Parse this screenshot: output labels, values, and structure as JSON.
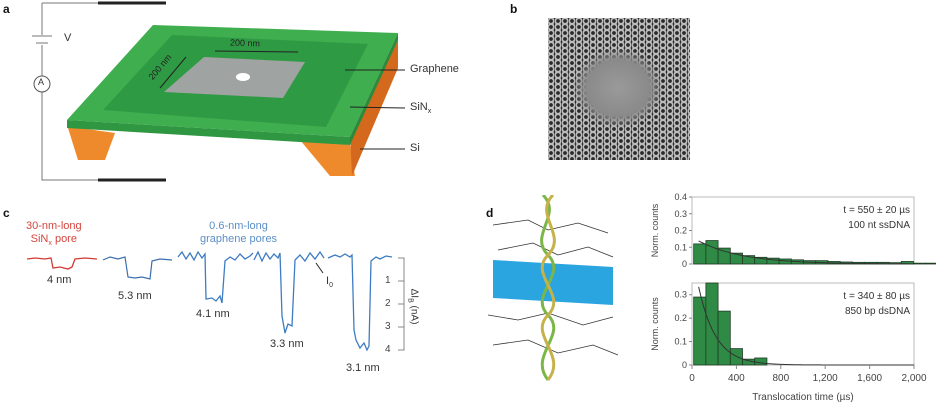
{
  "panels": {
    "a": "a",
    "b": "b",
    "c": "c",
    "d": "d"
  },
  "panel_a": {
    "voltage": "V",
    "ammeter": "A",
    "dim_x": "200 nm",
    "dim_y": "200 nm",
    "graphene": "Graphene",
    "sinx": "SiN",
    "sinx_sub": "x",
    "si": "Si",
    "colors": {
      "graphene": "#2e9e44",
      "si": "#e8832a"
    }
  },
  "panel_c": {
    "red_title_1": "30-nm-long",
    "red_title_2": "SiN",
    "red_title_2_sub": "x",
    "red_title_2_end": " pore",
    "blue_title_1": "0.6-nm-long",
    "blue_title_2": "graphene pores",
    "events": [
      "4 nm",
      "5.3 nm",
      "4.1 nm",
      "3.3 nm",
      "3.1 nm"
    ],
    "baseline_label": "I",
    "baseline_sub": "0",
    "axis_label": "ΔI",
    "axis_sub": "B",
    "axis_unit": " (nA)",
    "ticks": [
      "1",
      "2",
      "3",
      "4"
    ]
  },
  "chart_data": [
    {
      "type": "bar",
      "title": "",
      "annotation_1": "t = 550 ± 20 µs",
      "annotation_2": "100 nt ssDNA",
      "ylabel": "Norm. counts",
      "ylim": [
        0,
        0.4
      ],
      "yticks": [
        "0",
        "0.1",
        "0.2",
        "0.3",
        "0.4"
      ],
      "xlim": [
        0,
        2000
      ],
      "bin_width": 110,
      "values": [
        0.12,
        0.14,
        0.095,
        0.065,
        0.05,
        0.04,
        0.035,
        0.03,
        0.025,
        0.02,
        0.02,
        0.015,
        0.012,
        0.01,
        0.01,
        0.01,
        0.008,
        0.015,
        0.005,
        0.005,
        0.006,
        0.006
      ],
      "fit_tau": 550
    },
    {
      "type": "bar",
      "annotation_1": "t = 340 ± 80 µs",
      "annotation_2": "850 bp dsDNA",
      "ylabel": "Norm. counts",
      "ylim": [
        0,
        0.35
      ],
      "yticks": [
        "0",
        "0.1",
        "0.2",
        "0.3"
      ],
      "xlim": [
        0,
        2000
      ],
      "xticks": [
        "0",
        "400",
        "800",
        "1,200",
        "1,600",
        "2,000"
      ],
      "xlabel": "Translocation time (µs)",
      "bin_width": 110,
      "values": [
        0.29,
        0.35,
        0.23,
        0.07,
        0.025,
        0.03
      ],
      "fit_tau": 340
    }
  ]
}
